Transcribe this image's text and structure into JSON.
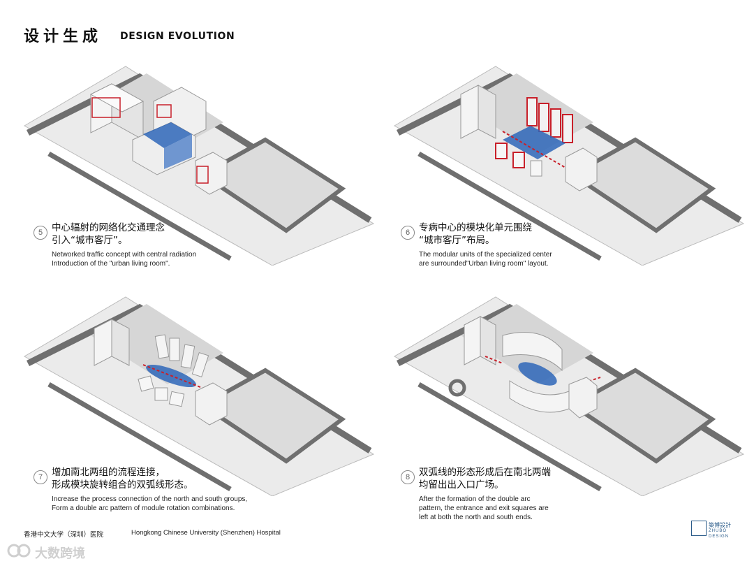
{
  "header": {
    "title_cn": "设计生成",
    "title_en": "DESIGN EVOLUTION"
  },
  "panels": [
    {
      "number": "5",
      "caption_cn_1": "中心辐射的网络化交通理念",
      "caption_cn_2": "引入“城市客厅”。",
      "caption_en_1": "Networked traffic concept with central radiation",
      "caption_en_2": "Introduction of the \"urban living room\"."
    },
    {
      "number": "6",
      "caption_cn_1": "专病中心的模块化单元围绕",
      "caption_cn_2": "“城市客厅”布局。",
      "caption_en_1": "The modular units of the specialized center",
      "caption_en_2": "are surrounded\"Urban living room\" layout."
    },
    {
      "number": "7",
      "caption_cn_1": "增加南北两组的流程连接，",
      "caption_cn_2": "形成模块旋转组合的双弧线形态。",
      "caption_en_1": "Increase the process connection of the north and south groups,",
      "caption_en_2": "Form a double arc pattern of module rotation combinations."
    },
    {
      "number": "8",
      "caption_cn_1": "双弧线的形态形成后在南北两端",
      "caption_cn_2": "均留出出入口广场。",
      "caption_en_1": "After the formation of the double arc",
      "caption_en_2": "pattern, the entrance and exit squares are",
      "caption_en_3": "left at both the north and south ends."
    }
  ],
  "footer": {
    "cn": "香港中文大学（深圳）医院",
    "en": "Hongkong Chinese University (Shenzhen) Hospital"
  },
  "logo": {
    "cn": "築博設計",
    "en_1": "ZHUBO",
    "en_2": "DESIGN"
  },
  "watermark": "大数跨境",
  "colors": {
    "accent_red": "#c8202a",
    "accent_blue": "#2e66b8",
    "road": "#6f6f6f",
    "site": "#d9d9d9"
  }
}
